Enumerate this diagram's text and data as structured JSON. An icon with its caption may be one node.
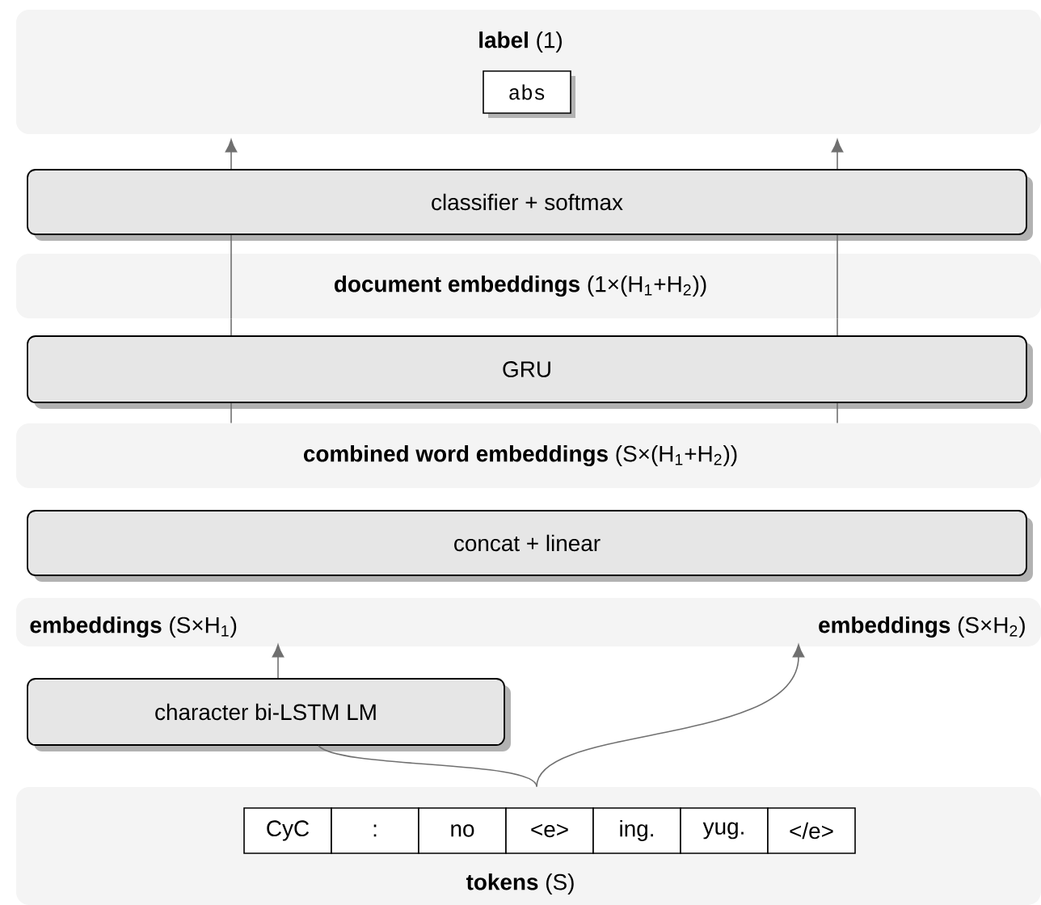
{
  "diagram": {
    "nodes": [
      {
        "text": [
          "**label** (1)"
        ]
      },
      {
        "text": [
          "abs"
        ],
        "in": 0
      },
      {
        "text": [
          "classifier + softmax"
        ]
      },
      {
        "text": [
          "**document embeddings** (1×(H$_{1}$+H$_{2}$))"
        ]
      },
      {
        "text": [
          "GRU"
        ]
      },
      {
        "text": [
          "**combined word embeddings** (S×(H$_{1}$+H$_{2}$))"
        ]
      },
      {
        "text": [
          "concat + linear"
        ]
      },
      {
        "text": [
          "**embeddings** (S×H$_{1}$)"
        ]
      },
      {
        "text": [
          "**embeddings** (S×H$_{2}$)"
        ]
      },
      {
        "text": [
          "character bi-LSTM LM"
        ]
      },
      {
        "text": [
          "**tokens** (S)"
        ]
      },
      {
        "text": [
          "CyC"
        ],
        "in": 10
      },
      {
        "text": [
          ":"
        ],
        "in": 10
      },
      {
        "text": [
          "no"
        ],
        "in": 10
      },
      {
        "text": [
          "<e>"
        ],
        "in": 10
      },
      {
        "text": [
          "ing."
        ],
        "in": 10
      },
      {
        "text": [
          "yug."
        ],
        "in": 10
      },
      {
        "text": [
          "</e>"
        ],
        "in": 10
      }
    ],
    "edges": [
      {
        "from": 2,
        "to": 0,
        "arrow": "to"
      },
      {
        "from": 2,
        "to": 0,
        "arrow": "to"
      },
      {
        "from": 4,
        "to": 3,
        "arrow": "none"
      },
      {
        "from": 4,
        "to": 3,
        "arrow": "none"
      },
      {
        "from": 3,
        "to": 2,
        "arrow": "none"
      },
      {
        "from": 3,
        "to": 2,
        "arrow": "none"
      },
      {
        "from": 5,
        "to": 4,
        "arrow": "none"
      },
      {
        "from": 5,
        "to": 4,
        "arrow": "none"
      },
      {
        "from": 9,
        "to": 7,
        "arrow": "to"
      },
      {
        "from": 10,
        "to": 9,
        "arrow": "none"
      },
      {
        "from": 10,
        "to": 8,
        "arrow": "to"
      }
    ]
  }
}
